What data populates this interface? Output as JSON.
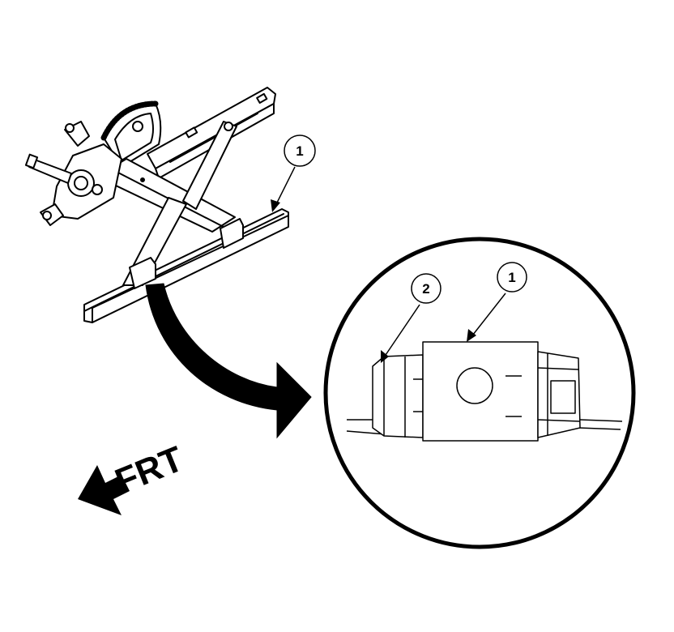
{
  "callouts": {
    "main_regulator": "1",
    "detail_cap": "1",
    "detail_clip": "2"
  },
  "orientation_label": "FRT",
  "colors": {
    "line": "#000000",
    "fill": "#ffffff"
  },
  "icons": {
    "direction_arrow": "arrow-left-down-icon",
    "transition_arrow": "curved-arrow-icon"
  }
}
